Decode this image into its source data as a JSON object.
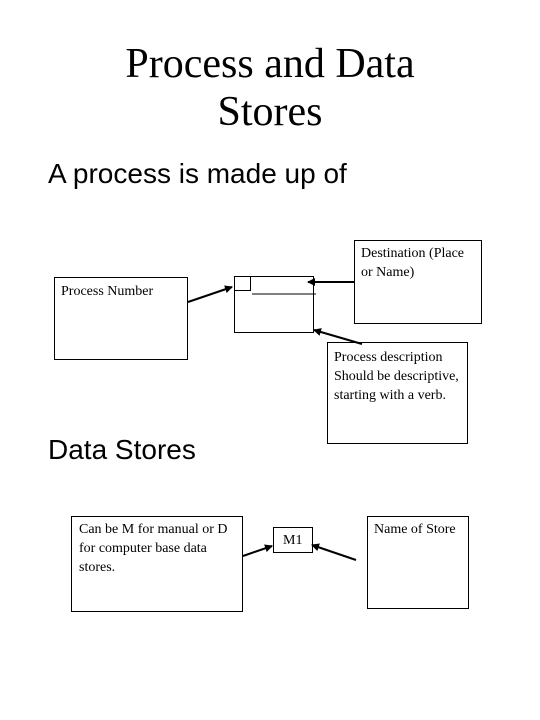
{
  "title": {
    "line1": "Process and Data",
    "line2": "Stores"
  },
  "section_process": {
    "heading": "A process is made up of",
    "process_number_label": "Process Number",
    "destination_label": "Destination (Place or Name)",
    "description_label": "Process description Should be descriptive, starting with a verb."
  },
  "section_data_stores": {
    "heading": "Data Stores",
    "type_note": "Can be M for manual or D for computer base data stores.",
    "store_id": "M1",
    "store_name_label": "Name of Store"
  }
}
